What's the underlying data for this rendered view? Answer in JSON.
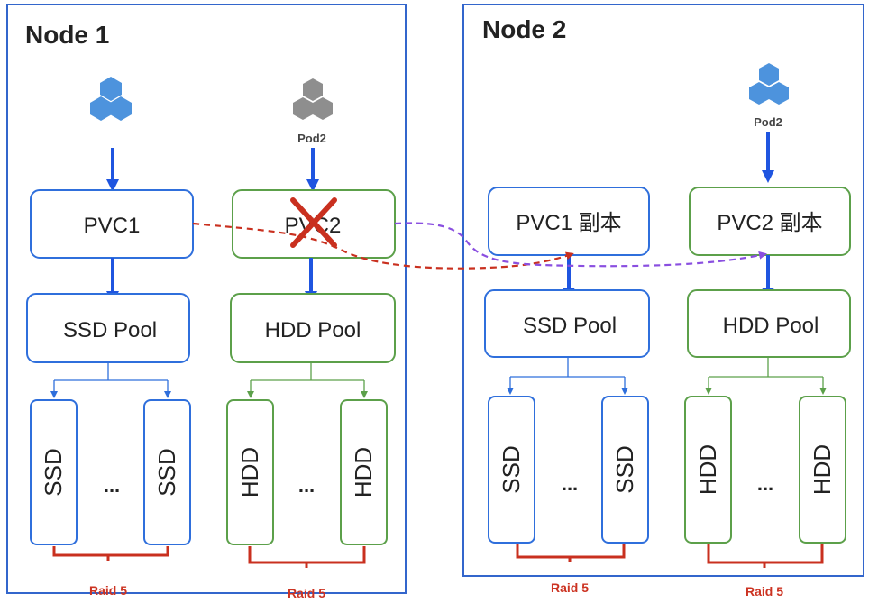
{
  "colors": {
    "node_border": "#3366cc",
    "blue": "#2f6fdc",
    "green": "#5ca04a",
    "arrow_blue": "#1f55e0",
    "red": "#c9301f",
    "purple": "#8a4fe0",
    "pod_blue": "#4d93dd",
    "pod_gray": "#8e8e8e"
  },
  "nodes": [
    {
      "title": "Node 1",
      "pod_a_icon": "pod-icon",
      "pod_b_label": "Pod2",
      "pvc_a": "PVC1",
      "pvc_b": "PVC2",
      "pool_a": "SSD Pool",
      "pool_b": "HDD Pool",
      "disk_a": "SSD",
      "disk_b": "HDD",
      "ellipsis": "...",
      "raid": "Raid 5",
      "failed_marker": "x-icon"
    },
    {
      "title": "Node 2",
      "pod_b_label": "Pod2",
      "pvc_a": "PVC1 副本",
      "pvc_b": "PVC2 副本",
      "pool_a": "SSD Pool",
      "pool_b": "HDD Pool",
      "disk_a": "SSD",
      "disk_b": "HDD",
      "ellipsis": "...",
      "raid": "Raid 5"
    }
  ]
}
